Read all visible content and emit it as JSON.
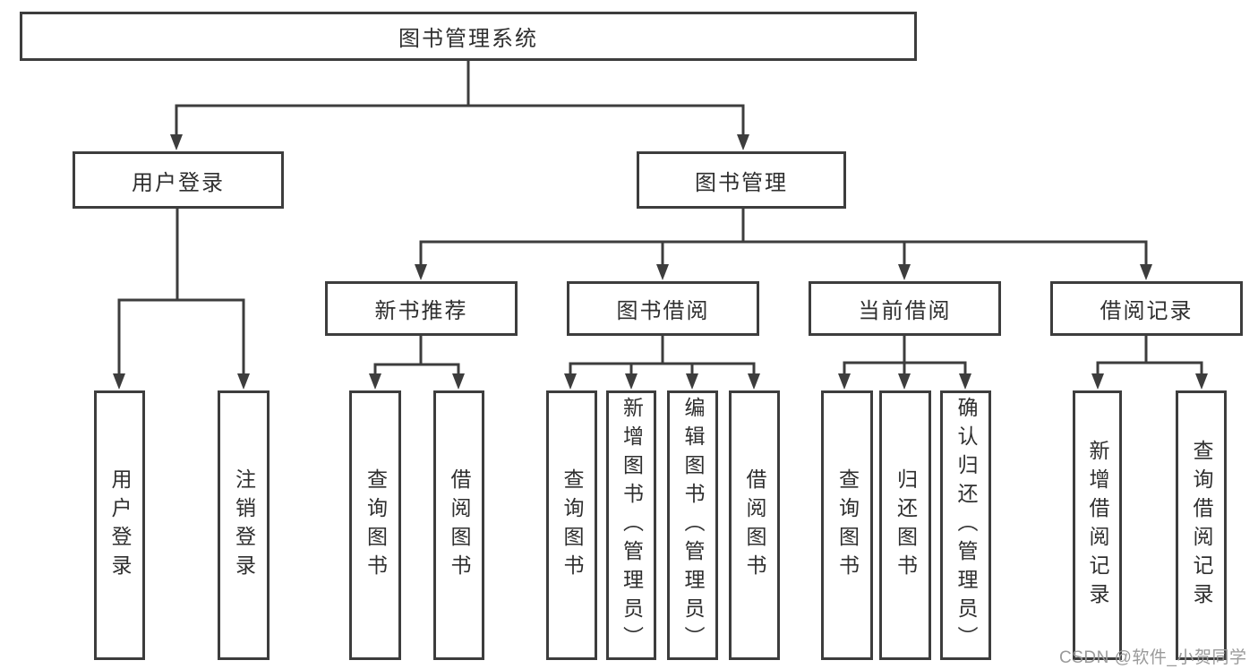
{
  "diagram": {
    "type": "hierarchy-tree",
    "colors": {
      "line": "#3d3d3d",
      "box_border": "#3d3d3d",
      "text": "#2f2f2f",
      "watermark_text": "#9a9a9a",
      "background": "#ffffff"
    },
    "nodes": {
      "root": {
        "label": "图书管理系统"
      },
      "level2": [
        {
          "label": "用户登录",
          "parent": "图书管理系统"
        },
        {
          "label": "图书管理",
          "parent": "图书管理系统"
        }
      ],
      "level3": [
        {
          "label": "新书推荐",
          "parent": "图书管理"
        },
        {
          "label": "图书借阅",
          "parent": "图书管理"
        },
        {
          "label": "当前借阅",
          "parent": "图书管理"
        },
        {
          "label": "借阅记录",
          "parent": "图书管理"
        }
      ],
      "leaves": [
        {
          "label": "用户登录",
          "parent": "用户登录"
        },
        {
          "label": "注销登录",
          "parent": "用户登录"
        },
        {
          "label": "查询图书",
          "parent": "新书推荐"
        },
        {
          "label": "借阅图书",
          "parent": "新书推荐"
        },
        {
          "label": "查询图书",
          "parent": "图书借阅"
        },
        {
          "label": "新增图书（管理员）",
          "parent": "图书借阅"
        },
        {
          "label": "编辑图书（管理员）",
          "parent": "图书借阅"
        },
        {
          "label": "借阅图书",
          "parent": "图书借阅"
        },
        {
          "label": "查询图书",
          "parent": "当前借阅"
        },
        {
          "label": "归还图书",
          "parent": "当前借阅"
        },
        {
          "label": "确认归还（管理员）",
          "parent": "当前借阅"
        },
        {
          "label": "新增借阅记录",
          "parent": "借阅记录"
        },
        {
          "label": "查询借阅记录",
          "parent": "借阅记录"
        }
      ]
    },
    "watermark": "CSDN @软件_小贺同学"
  }
}
